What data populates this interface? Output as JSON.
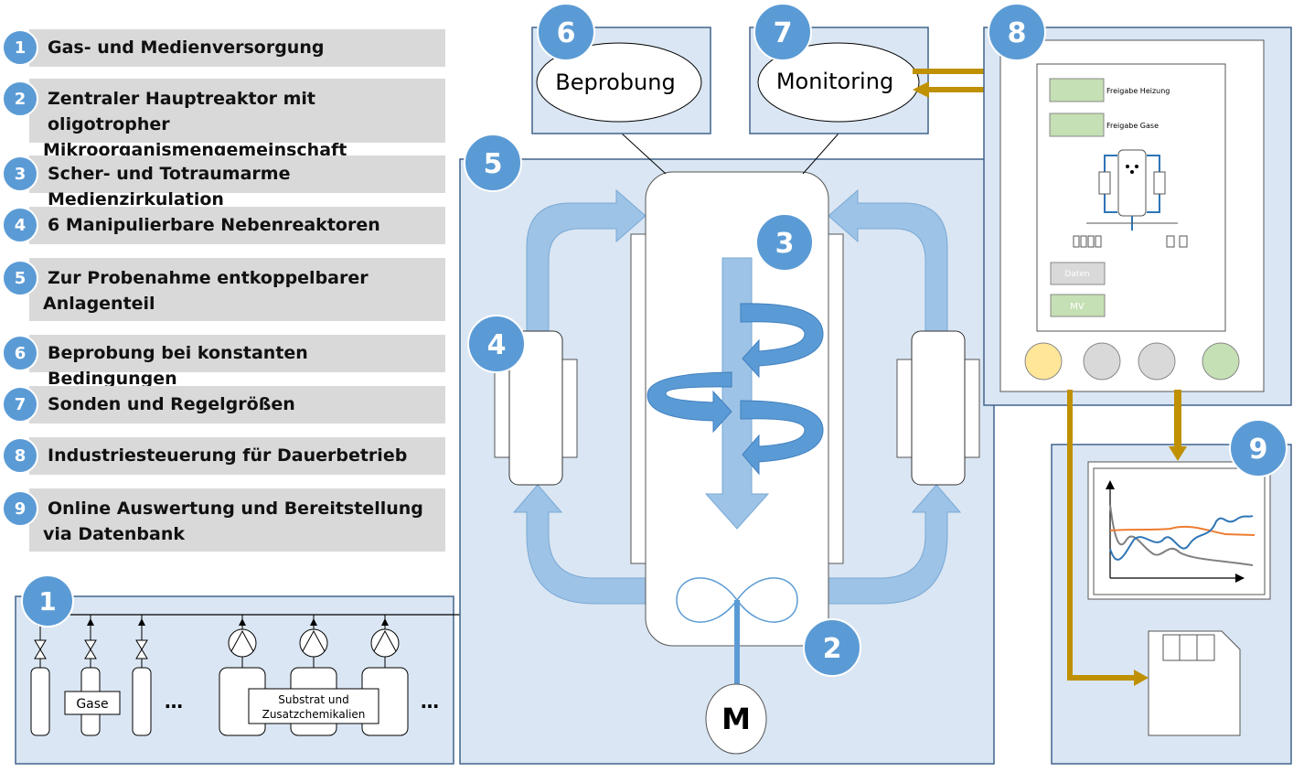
{
  "legend": [
    {
      "num": "1",
      "text": "Gas- und Medienversorgung"
    },
    {
      "num": "2",
      "line1": "Zentraler Hauptreaktor mit oligotropher",
      "line2": "Mikroorganismengemeinschaft"
    },
    {
      "num": "3",
      "text": "Scher- und Totraumarme Medienzirkulation"
    },
    {
      "num": "4",
      "text": "6 Manipulierbare Nebenreaktoren"
    },
    {
      "num": "5",
      "line1": "Zur Probenahme entkoppelbarer",
      "line2": "Anlagenteil"
    },
    {
      "num": "6",
      "text": "Beprobung bei konstanten Bedingungen"
    },
    {
      "num": "7",
      "text": "Sonden und Regelgrößen"
    },
    {
      "num": "8",
      "text": "Industriesteuerung für Dauerbetrieb"
    },
    {
      "num": "9",
      "line1": "Online Auswertung und Bereitstellung",
      "line2": "via Datenbank"
    }
  ],
  "diagram": {
    "badges": {
      "b1": "1",
      "b2": "2",
      "b3": "3",
      "b4": "4",
      "b5": "5",
      "b6": "6",
      "b7": "7",
      "b8": "8",
      "b9": "9"
    },
    "beprobung": "Beprobung",
    "monitoring": "Monitoring",
    "motor": "M",
    "gase": "Gase",
    "substrat1": "Substrat und",
    "substrat2": "Zusatzchemikalien",
    "ellipsis_left": "…",
    "ellipsis_right": "…",
    "panel": {
      "freigabe_heizung": "Freigabe Heizung",
      "freigabe_gase": "Freigabe Gase",
      "daten": "Daten",
      "mv": "MV"
    }
  },
  "colors": {
    "badge": "#5b9bd5",
    "panel_fill": "#dae6f3",
    "flow_arrow": "#9dc3e6",
    "gold_arrow": "#bf9000",
    "orange_line": "#ed7d31",
    "blue_line": "#2e75b6",
    "gray_line": "#7f7f7f"
  }
}
